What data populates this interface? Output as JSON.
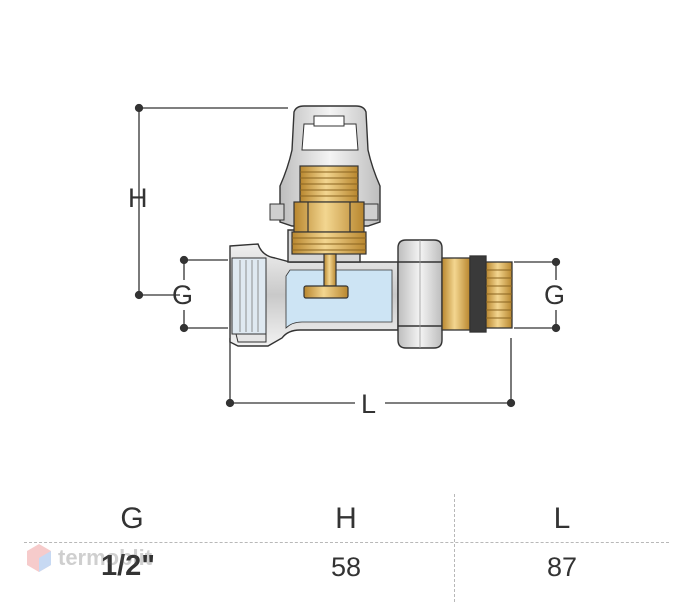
{
  "dimensions": {
    "h_label": "H",
    "g_left_label": "G",
    "g_right_label": "G",
    "l_label": "L"
  },
  "table": {
    "headers": [
      "G",
      "H",
      "L"
    ],
    "values": [
      "1/2\"",
      "58",
      "87"
    ]
  },
  "watermark": {
    "text": "termoblit"
  },
  "colors": {
    "brass": "#d9b25a",
    "steel": "#dcdcdc",
    "blue_cut": "#cde4f4",
    "outline": "#333333"
  }
}
